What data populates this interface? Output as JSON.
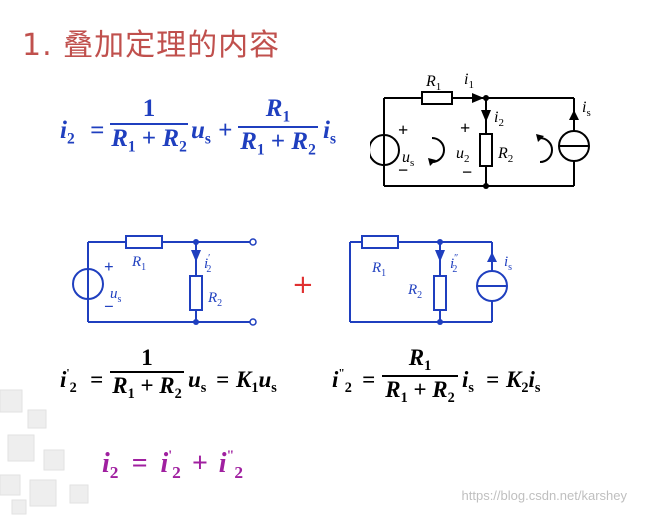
{
  "title": "1. 叠加定理的内容",
  "watermark": "https://blog.csdn.net/karshey",
  "colors": {
    "title": "#c0504d",
    "blue": "#1f3fbf",
    "black": "#000000",
    "purple": "#a020a0",
    "plus": "#e03030"
  },
  "eq_main": {
    "lhs": "i",
    "lhs_sub": "2",
    "equals": "=",
    "frac1_num": "1",
    "frac1_den_a": "R",
    "frac1_den_a_sub": "1",
    "frac1_den_plus": "+",
    "frac1_den_b": "R",
    "frac1_den_b_sub": "2",
    "term1_var": "u",
    "term1_sub": "s",
    "plus": "+",
    "frac2_num": "R",
    "frac2_num_sub": "1",
    "frac2_den_a": "R",
    "frac2_den_a_sub": "1",
    "frac2_den_plus": "+",
    "frac2_den_b": "R",
    "frac2_den_b_sub": "2",
    "term2_var": "i",
    "term2_sub": "s"
  },
  "circuit_main": {
    "R1": "R",
    "R1_sub": "1",
    "i1": "i",
    "i1_sub": "1",
    "i2": "i",
    "i2_sub": "2",
    "is": "i",
    "is_sub": "s",
    "us": "u",
    "us_sub": "s",
    "u2": "u",
    "u2_sub": "2",
    "R2": "R",
    "R2_sub": "2",
    "plus": "+",
    "minus": "−"
  },
  "circuit_left": {
    "R1": "R",
    "R1_sub": "1",
    "i2": "i",
    "i2_sub": "2",
    "i2_mark": "′",
    "us": "u",
    "us_sub": "s",
    "R2": "R",
    "R2_sub": "2",
    "plus": "+",
    "minus": "−"
  },
  "circuit_plus": "+",
  "circuit_right": {
    "R1": "R",
    "R1_sub": "1",
    "R2": "R",
    "R2_sub": "2",
    "i2": "i",
    "i2_sub": "2",
    "i2_mark": "″",
    "is": "i",
    "is_sub": "s"
  },
  "eq_left": {
    "lhs": "i",
    "lhs_sup": "'",
    "lhs_sub": "2",
    "equals": "=",
    "num": "1",
    "den_a": "R",
    "den_a_sub": "1",
    "den_plus": "+",
    "den_b": "R",
    "den_b_sub": "2",
    "var": "u",
    "var_sub": "s",
    "equals2": "=",
    "k": "K",
    "k_sub": "1",
    "k_var": "u",
    "k_var_sub": "s"
  },
  "eq_right": {
    "lhs": "i",
    "lhs_sup": "\"",
    "lhs_sub": "2",
    "equals": "=",
    "num": "R",
    "num_sub": "1",
    "den_a": "R",
    "den_a_sub": "1",
    "den_plus": "+",
    "den_b": "R",
    "den_b_sub": "2",
    "var": "i",
    "var_sub": "s",
    "equals2": "=",
    "k": "K",
    "k_sub": "2",
    "k_var": "i",
    "k_var_sub": "s"
  },
  "eq_sum": {
    "lhs": "i",
    "lhs_sub": "2",
    "equals": "=",
    "a": "i",
    "a_sup": "'",
    "a_sub": "2",
    "plus": "+",
    "b": "i",
    "b_sup": "\"",
    "b_sub": "2"
  }
}
